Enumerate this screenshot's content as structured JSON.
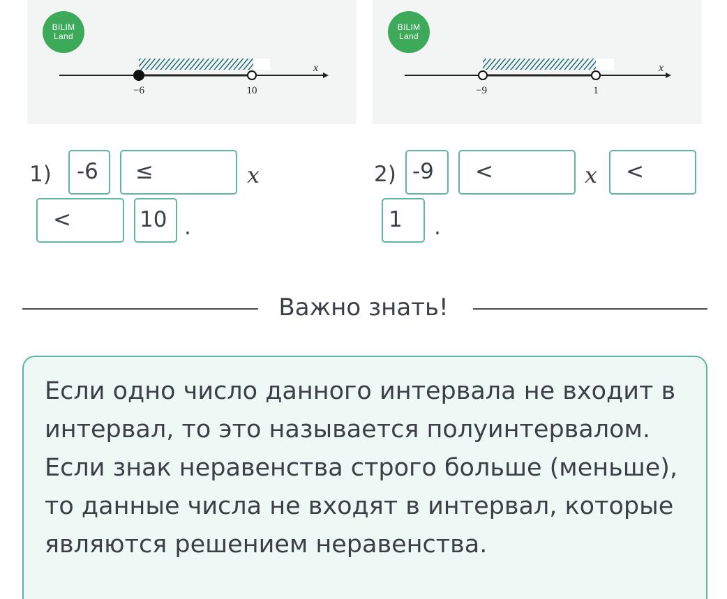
{
  "panels": [
    {
      "logo": {
        "line1": "BILIM",
        "line2": "Land"
      },
      "axis_var": "x",
      "left_label": "−6",
      "right_label": "10",
      "left_point": "filled",
      "right_point": "open"
    },
    {
      "logo": {
        "line1": "BILIM",
        "line2": "Land"
      },
      "axis_var": "x",
      "left_label": "−9",
      "right_label": "1",
      "left_point": "open",
      "right_point": "open"
    }
  ],
  "task1": {
    "number": "1)",
    "box_a": "-6",
    "box_b": "≤",
    "var": "x",
    "box_c": "<",
    "box_d": "10",
    "end": "."
  },
  "task2": {
    "number": "2)",
    "box_a": "-9",
    "box_b": "<",
    "var": "x",
    "box_c": "<",
    "box_d": "1",
    "end": "."
  },
  "important": {
    "title": "Важно знать!",
    "text": "Если одно число данного интервала не входит в интервал, то это называется полуинтервалом. Если знак неравенства строго больше (меньше), то данные числа не входят в интервал, которые являются решением неравенства."
  },
  "colors": {
    "accent": "#5fb5a0",
    "logo": "#3daa5a",
    "card_bg": "#eef9f5",
    "hatch": "#1f6f7a"
  }
}
